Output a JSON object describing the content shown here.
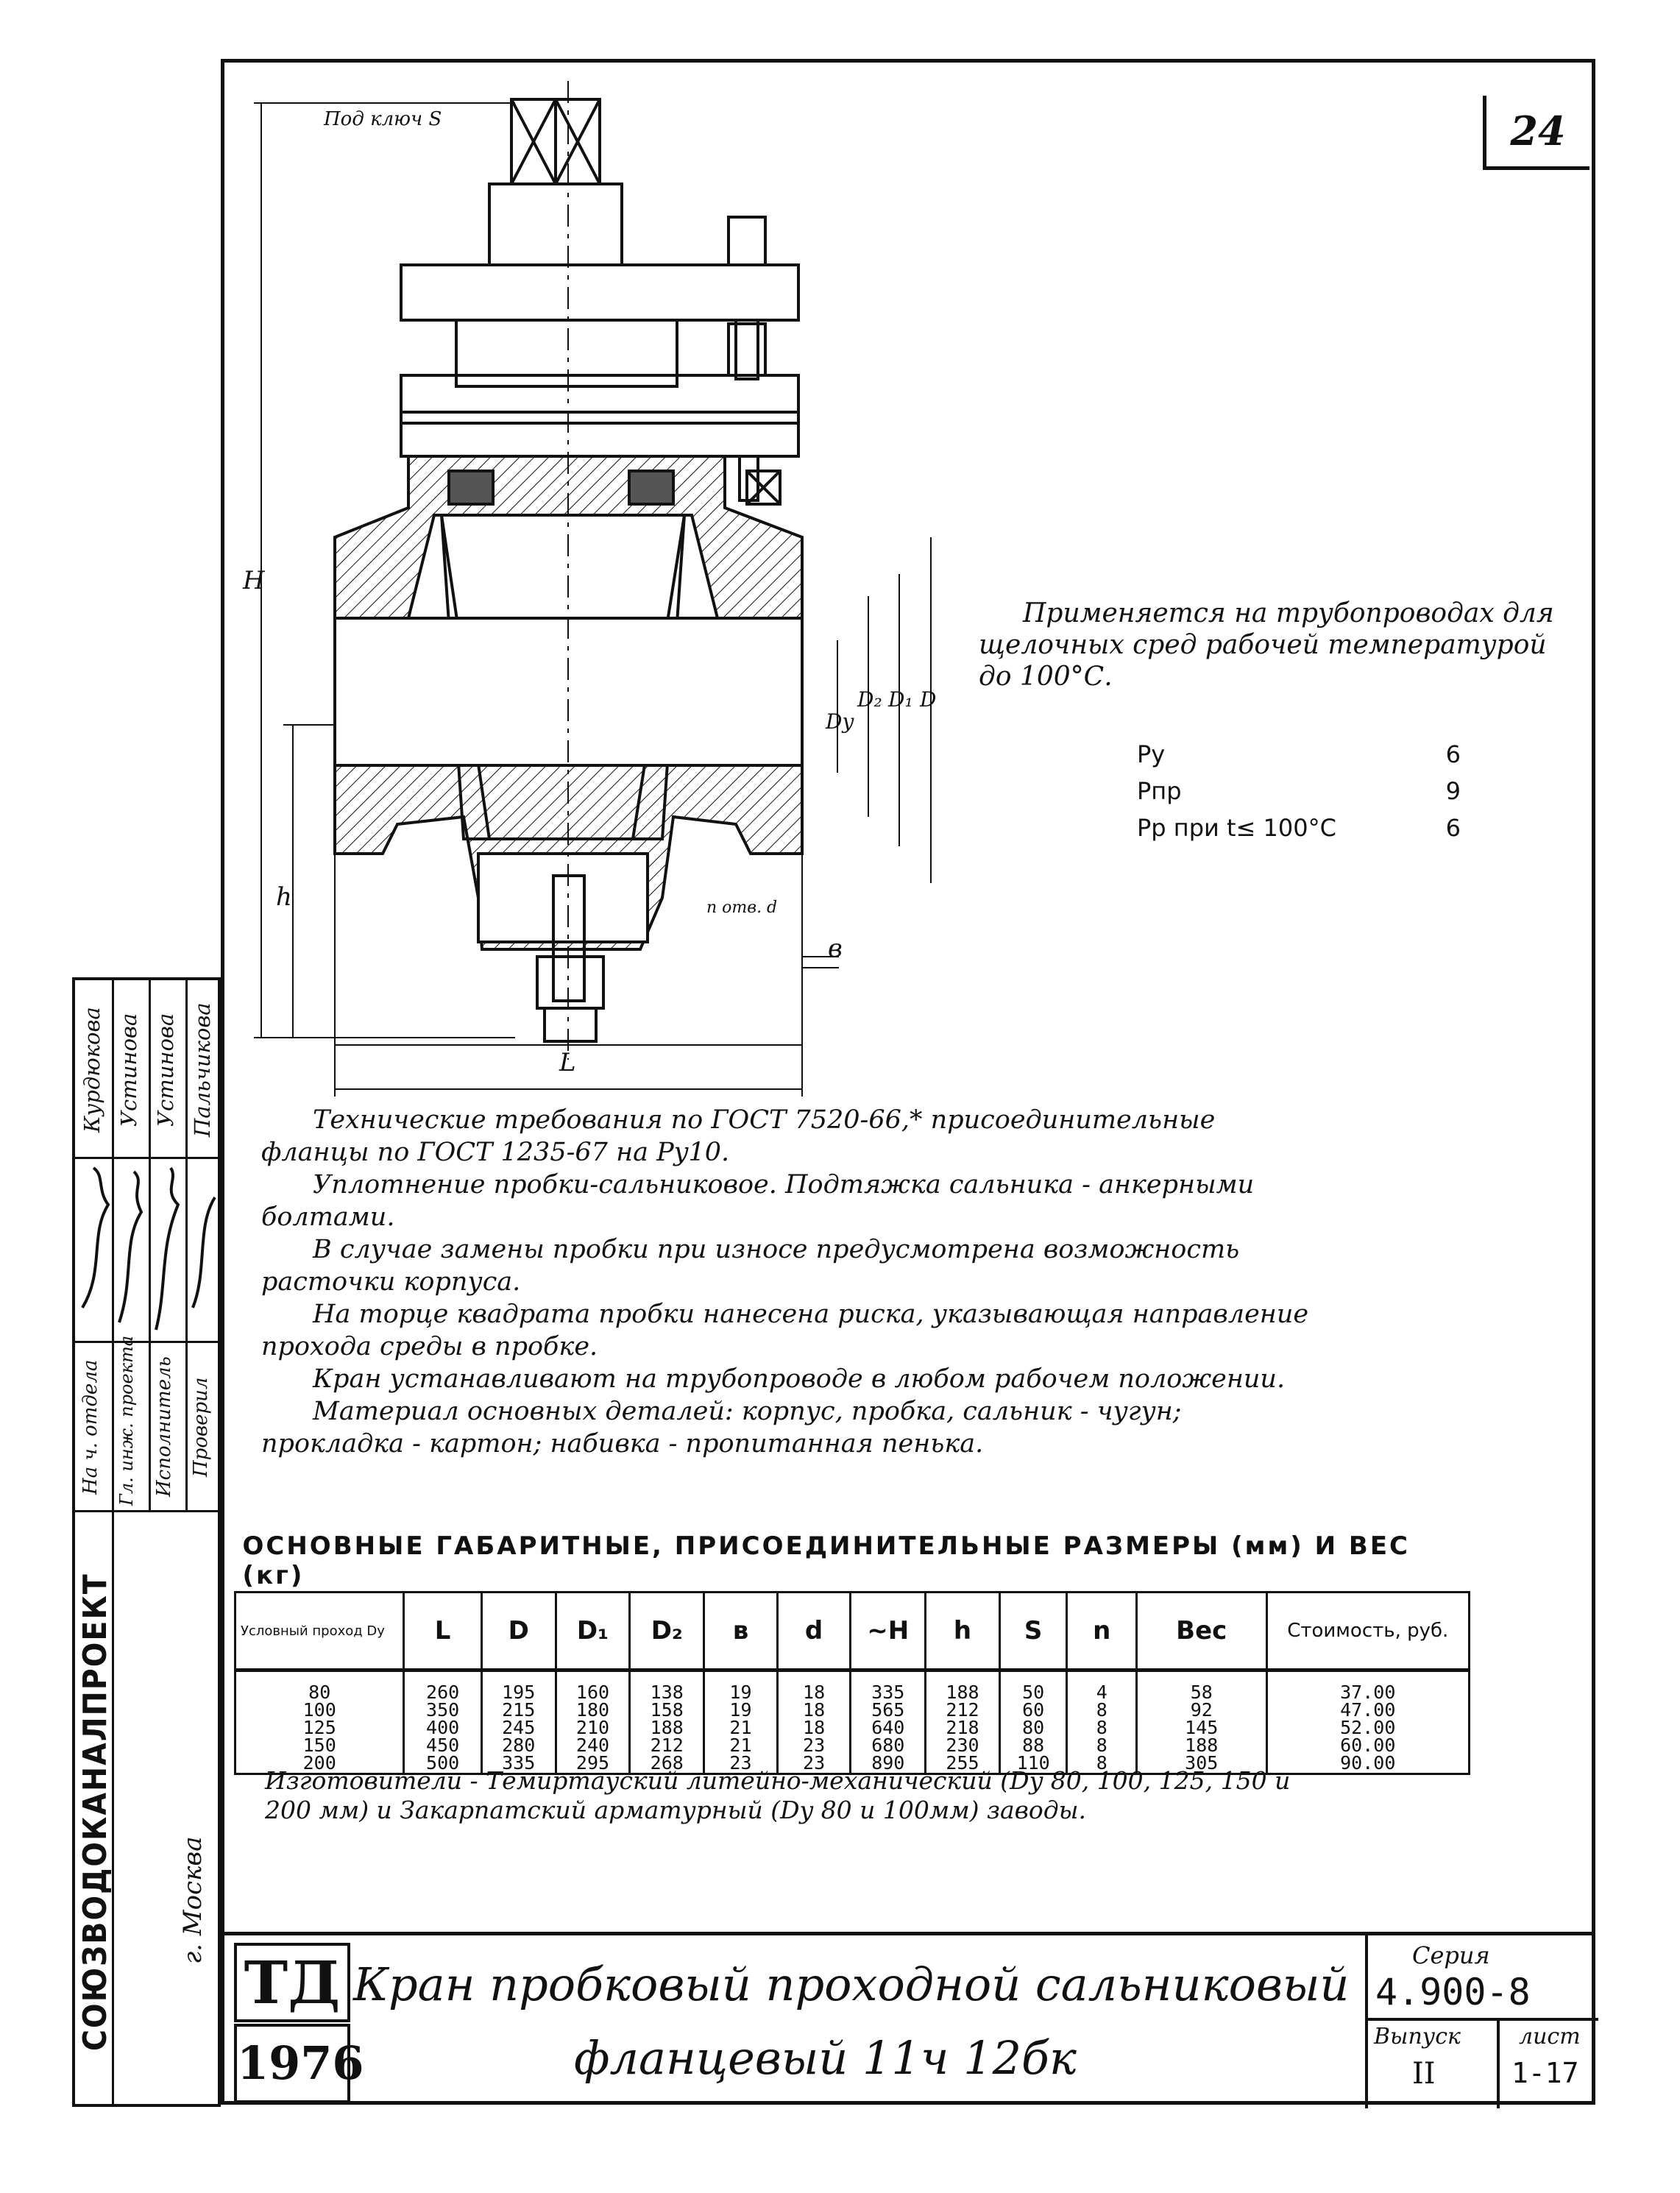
{
  "sheet_number": "24",
  "drawing": {
    "wrench_label": "Под ключ S",
    "dim_H": "H",
    "dim_h": "h",
    "dim_L": "L",
    "dim_Dy": "Dy",
    "dim_D2": "D₂",
    "dim_D1": "D₁",
    "dim_D": "D",
    "dim_b": "в",
    "dim_holes": "n отв. d"
  },
  "application_note": {
    "line1": "Применяется на трубопроводах для",
    "line2": "щелочных сред рабочей температурой",
    "line3": "до 100°С."
  },
  "pressures": [
    {
      "label": "Py",
      "value": "6"
    },
    {
      "label": "Pпр",
      "value": "9"
    },
    {
      "label": "Pр при t≤ 100°С",
      "value": "6"
    }
  ],
  "tech_requirements": [
    "Технические требования по ГОСТ 7520-66,* присоединительные",
    "фланцы по ГОСТ 1235-67 на Py10.",
    "Уплотнение пробки-сальниковое. Подтяжка сальника - анкерными",
    "болтами.",
    "В случае замены пробки при износе предусмотрена возможность",
    "расточки корпуса.",
    "На торце квадрата пробки нанесена риска, указывающая направление",
    "прохода среды в пробке.",
    "Кран устанавливают на трубопроводе в любом рабочем положении.",
    "Материал основных деталей: корпус, пробка, сальник - чугун;",
    "прокладка - картон; набивка - пропитанная пенька."
  ],
  "table": {
    "caption": "ОСНОВНЫЕ ГАБАРИТНЫЕ, ПРИСОЕДИНИТЕЛЬНЫЕ РАЗМЕРЫ (мм) И ВЕС (кг)",
    "headers": [
      "Условный проход Dy",
      "L",
      "D",
      "D₁",
      "D₂",
      "в",
      "d",
      "~H",
      "h",
      "S",
      "n",
      "Вес",
      "Стоимость, руб."
    ],
    "columns": [
      [
        "80",
        "100",
        "125",
        "150",
        "200"
      ],
      [
        "260",
        "350",
        "400",
        "450",
        "500"
      ],
      [
        "195",
        "215",
        "245",
        "280",
        "335"
      ],
      [
        "160",
        "180",
        "210",
        "240",
        "295"
      ],
      [
        "138",
        "158",
        "188",
        "212",
        "268"
      ],
      [
        "19",
        "19",
        "21",
        "21",
        "23"
      ],
      [
        "18",
        "18",
        "18",
        "23",
        "23"
      ],
      [
        "335",
        "565",
        "640",
        "680",
        "890"
      ],
      [
        "188",
        "212",
        "218",
        "230",
        "255"
      ],
      [
        "50",
        "60",
        "80",
        "88",
        "110"
      ],
      [
        "4",
        "8",
        "8",
        "8",
        "8"
      ],
      [
        "58",
        "92",
        "145",
        "188",
        "305"
      ],
      [
        "37.00",
        "47.00",
        "52.00",
        "60.00",
        "90.00"
      ]
    ]
  },
  "manufacturers": {
    "line1": "Изготовители - Темиртауский литейно-механический (Dy 80, 100, 125, 150 и",
    "line2": "200 мм) и Закарпатский арматурный (Dy 80 и 100мм) заводы."
  },
  "side_stamp": {
    "org": "СОЮЗВОДОКАНАЛПРОЕКТ",
    "city": "г. Москва",
    "roles": [
      "На ч. отдела",
      "Гл. инж. проекта",
      "Исполнитель",
      "Проверил"
    ],
    "names": [
      "Курдюкова",
      "Устинова",
      "Устинова",
      "Пальчикова"
    ]
  },
  "title_block": {
    "td": "ТД",
    "year": "1976",
    "title_line1": "Кран пробковый проходной сальниковый",
    "title_line2": "фланцевый 11ч 12бк",
    "series_label": "Серия",
    "series_value": "4.900-8",
    "issue_label": "Выпуск",
    "issue_value": "II",
    "sheet_label": "лист",
    "sheet_value": "1-17"
  }
}
